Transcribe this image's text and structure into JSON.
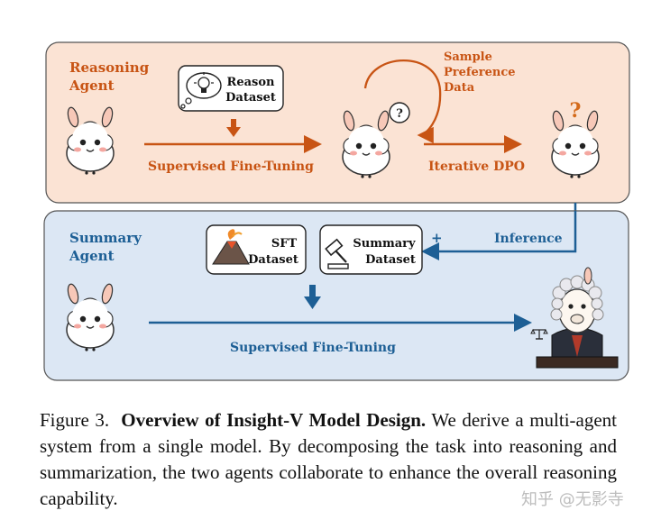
{
  "colors": {
    "top_panel_fill": "#fbe3d4",
    "bottom_panel_fill": "#dce7f4",
    "top_accent": "#c85414",
    "bottom_accent": "#1d5f95"
  },
  "reasoning": {
    "agent_label_1": "Reasoning",
    "agent_label_2": "Agent",
    "dataset_line1": "Reason",
    "dataset_line2": "Dataset",
    "sft_label": "Supervised Fine-Tuning",
    "sample_line1": "Sample",
    "sample_line2": "Preference",
    "sample_line3": "Data",
    "dpo_label": "Iterative DPO"
  },
  "summary": {
    "agent_label_1": "Summary",
    "agent_label_2": "Agent",
    "sft_dataset_line1": "SFT",
    "sft_dataset_line2": "Dataset",
    "summary_dataset_line1": "Summary",
    "summary_dataset_line2": "Dataset",
    "plus": "+",
    "inference_label": "Inference",
    "sft_label": "Supervised Fine-Tuning"
  },
  "caption": {
    "prefix": "Figure 3.",
    "title": "Overview of Insight-V Model Design.",
    "body": "We derive a multi-agent system from a single model. By decomposing the task into reasoning and summarization, the two agents collaborate to enhance the overall reasoning capability."
  },
  "watermark": "知乎 @无影寺",
  "icons": [
    "llama-icon",
    "thought-bubble-icon",
    "volcano-icon",
    "gavel-icon",
    "judge-llama-icon",
    "question-mark-icon",
    "scales-icon"
  ]
}
